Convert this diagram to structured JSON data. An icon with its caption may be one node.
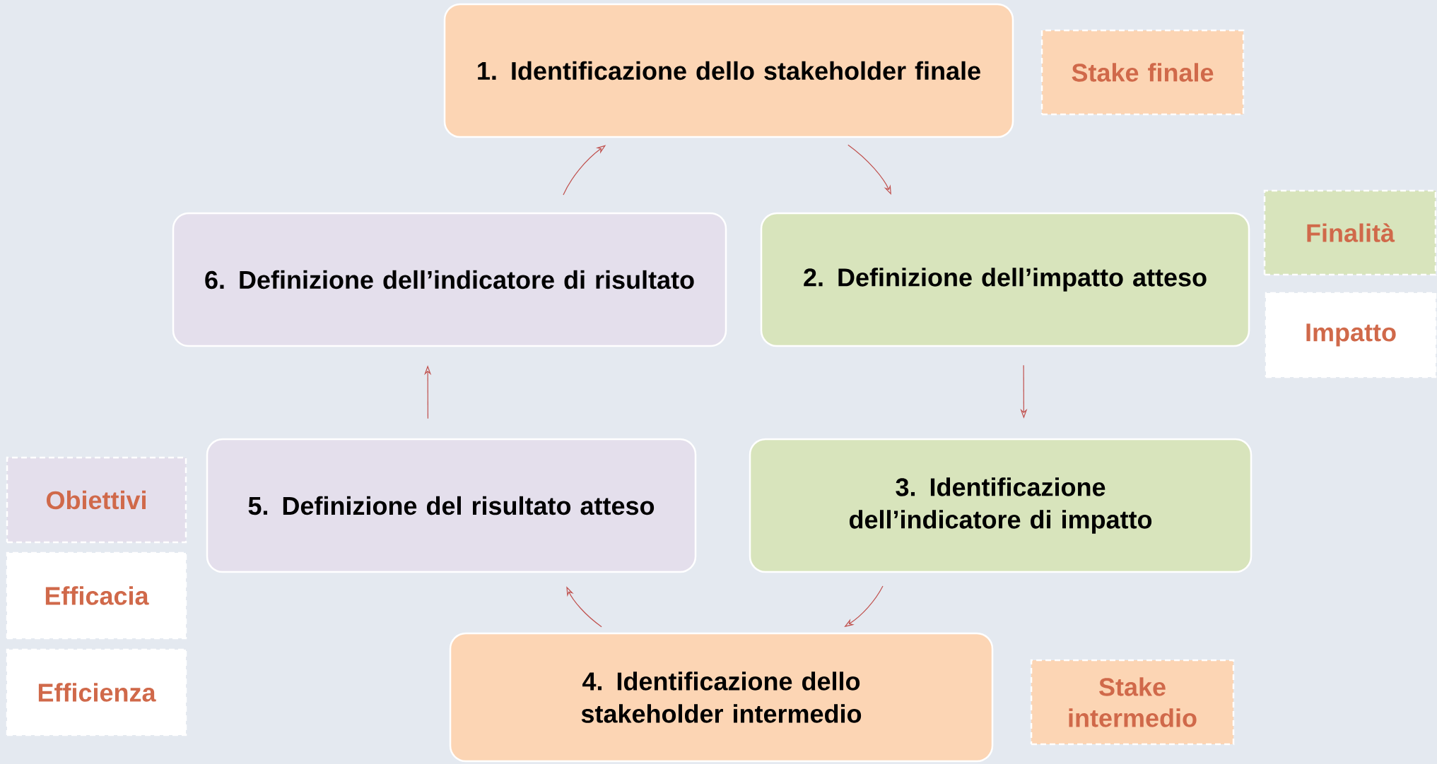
{
  "diagram": {
    "nodes": [
      {
        "text": [
          "1. Identificazione dello stakeholder finale"
        ]
      },
      {
        "text": [
          "Stake finale"
        ]
      },
      {
        "text": [
          "6. Definizione dell’indicatore di risultato"
        ]
      },
      {
        "text": [
          "2. Definizione dell’impatto atteso"
        ]
      },
      {
        "text": [
          "Finalità"
        ]
      },
      {
        "text": [
          "Impatto"
        ]
      },
      {
        "text": [
          "Obiettivi"
        ]
      },
      {
        "text": [
          "5. Definizione del risultato atteso"
        ]
      },
      {
        "text": [
          "3. Identificazione dell’indicatore di impatto"
        ]
      },
      {
        "text": [
          "Efficacia"
        ]
      },
      {
        "text": [
          "Efficienza"
        ]
      },
      {
        "text": [
          "4. Identificazione dello stakeholder intermedio"
        ]
      },
      {
        "text": [
          "Stake intermedio"
        ]
      }
    ],
    "edges": [
      {
        "from": 0,
        "to": 3,
        "arrow": "to"
      },
      {
        "from": 3,
        "to": 8,
        "arrow": "to"
      },
      {
        "from": 8,
        "to": 11,
        "arrow": "to"
      },
      {
        "from": 11,
        "to": 7,
        "arrow": "to"
      },
      {
        "from": 7,
        "to": 2,
        "arrow": "to"
      },
      {
        "from": 2,
        "to": 0,
        "arrow": "to"
      }
    ]
  }
}
